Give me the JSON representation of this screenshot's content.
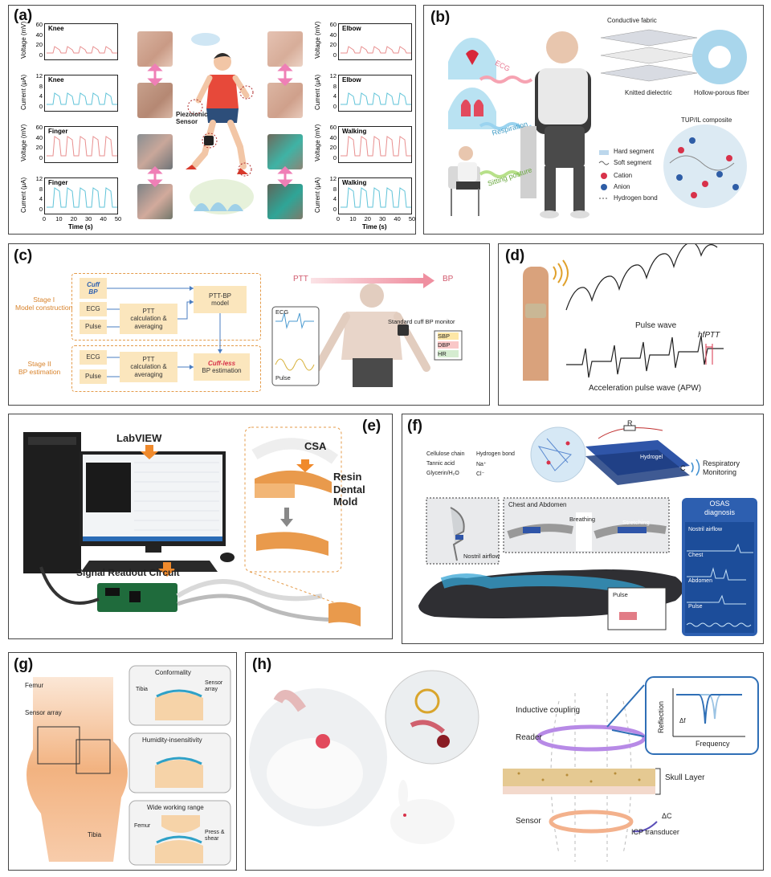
{
  "panels": {
    "a": {
      "label": "(a)",
      "plots": [
        {
          "title": "Knee",
          "ylabel": "Voltage (mV)",
          "yticks": [
            "60",
            "40",
            "20",
            "0"
          ]
        },
        {
          "title": "Knee",
          "ylabel": "Current (μA)",
          "yticks": [
            "12",
            "8",
            "4",
            "0"
          ]
        },
        {
          "title": "Finger",
          "ylabel": "Voltage (mV)",
          "yticks": [
            "60",
            "40",
            "20",
            "0"
          ]
        },
        {
          "title": "Finger",
          "ylabel": "Current (μA)",
          "yticks": [
            "12",
            "8",
            "4",
            "0"
          ]
        },
        {
          "title": "Elbow",
          "ylabel": "Voltage (mV)",
          "yticks": [
            "60",
            "40",
            "20",
            "0"
          ]
        },
        {
          "title": "Elbow",
          "ylabel": "Current (μA)",
          "yticks": [
            "12",
            "8",
            "4",
            "0"
          ]
        },
        {
          "title": "Walking",
          "ylabel": "Voltage (mV)",
          "yticks": [
            "60",
            "40",
            "20",
            "0"
          ]
        },
        {
          "title": "Walking",
          "ylabel": "Current (μA)",
          "yticks": [
            "12",
            "8",
            "4",
            "0"
          ]
        }
      ],
      "xticks": [
        "0",
        "10",
        "20",
        "30",
        "40",
        "50"
      ],
      "xlabel": "Time (s)",
      "sensor_label": "Piezoionic Sensor",
      "colors": {
        "voltage": "#e88f8f",
        "current": "#5fc3d8"
      }
    },
    "b": {
      "label": "(b)",
      "labels": {
        "ecg": "ECG",
        "respiration": "Respiration",
        "sitting": "Sitting posture",
        "conductive_fabric": "Conductive fabric",
        "knitted_dielectric": "Knitted dielectric",
        "hollow_fiber": "Hollow-porous fiber",
        "composite": "TUP/IL composite",
        "hard_segment": "Hard segment",
        "soft_segment": "Soft segment",
        "cation": "Cation",
        "anion": "Anion",
        "hydrogen_bond": "Hydrogen bond"
      }
    },
    "c": {
      "label": "(c)",
      "stage1": "Stage I\nModel construction",
      "stage2": "Stage II\nBP estimation",
      "cuff_bp": "Cuff\nBP",
      "ecg": "ECG",
      "pulse": "Pulse",
      "ptt_calc": "PTT\ncalculation &\naveraging",
      "ptt_bp_model": "PTT-BP\nmodel",
      "cuffless_italic": "Cuff-less",
      "bp_estimation": "BP estimation",
      "ptt": "PTT",
      "bp": "BP",
      "monitor": "Standard cuff BP monitor",
      "sbp": "SBP",
      "dbp": "DBP",
      "hr": "HR",
      "inset_ecg": "ECG",
      "inset_pulse": "Pulse"
    },
    "d": {
      "label": "(d)",
      "pulse_wave": "Pulse wave",
      "hfptt": "hfPTT",
      "apw": "Acceleration pulse wave (APW)"
    },
    "e": {
      "label": "(e)",
      "labview": "LabVIEW",
      "csa": "CSA",
      "resin": "Resin\nDental\nMold",
      "readout": "Signal Readout Circuit"
    },
    "f": {
      "label": "(f)",
      "legend": [
        "Cellulose chain",
        "Hydrogen bond",
        "Tannic acid",
        "Na⁺",
        "Glycerin/H₂O",
        "Cl⁻"
      ],
      "hydrogel": "Hydrogel",
      "r": "R",
      "c": "C",
      "respiratory": "Respiratory\nMonitoring",
      "chest_abdomen": "Chest and Abdomen",
      "breathing": "Breathing",
      "stretching": "Stretching",
      "nostril": "Nostril airflow",
      "pulse": "Pulse",
      "osas_title": "OSAS\ndiagnosis",
      "osas_rows": [
        "Nostril airflow",
        "Chest",
        "Abdomen",
        "Pulse"
      ]
    },
    "g": {
      "label": "(g)",
      "femur": "Femur",
      "sensor_array": "Sensor array",
      "tibia": "Tibia",
      "conformality": "Conformality",
      "tibia_inset": "Tibia",
      "sensor_array_inset": "Sensor\narray",
      "humidity": "Humidity-insensitivity",
      "wide_range": "Wide working range",
      "femur_inset": "Femur",
      "press_shear": "Press &\nshear"
    },
    "h": {
      "label": "(h)",
      "inductive": "Inductive coupling",
      "reader": "Reader",
      "skull": "Skull Layer",
      "sensor": "Sensor",
      "delta_c": "ΔC",
      "icp": "ICP transducer",
      "reflection": "Reflection",
      "frequency": "Frequency",
      "delta_f": "Δf"
    }
  }
}
